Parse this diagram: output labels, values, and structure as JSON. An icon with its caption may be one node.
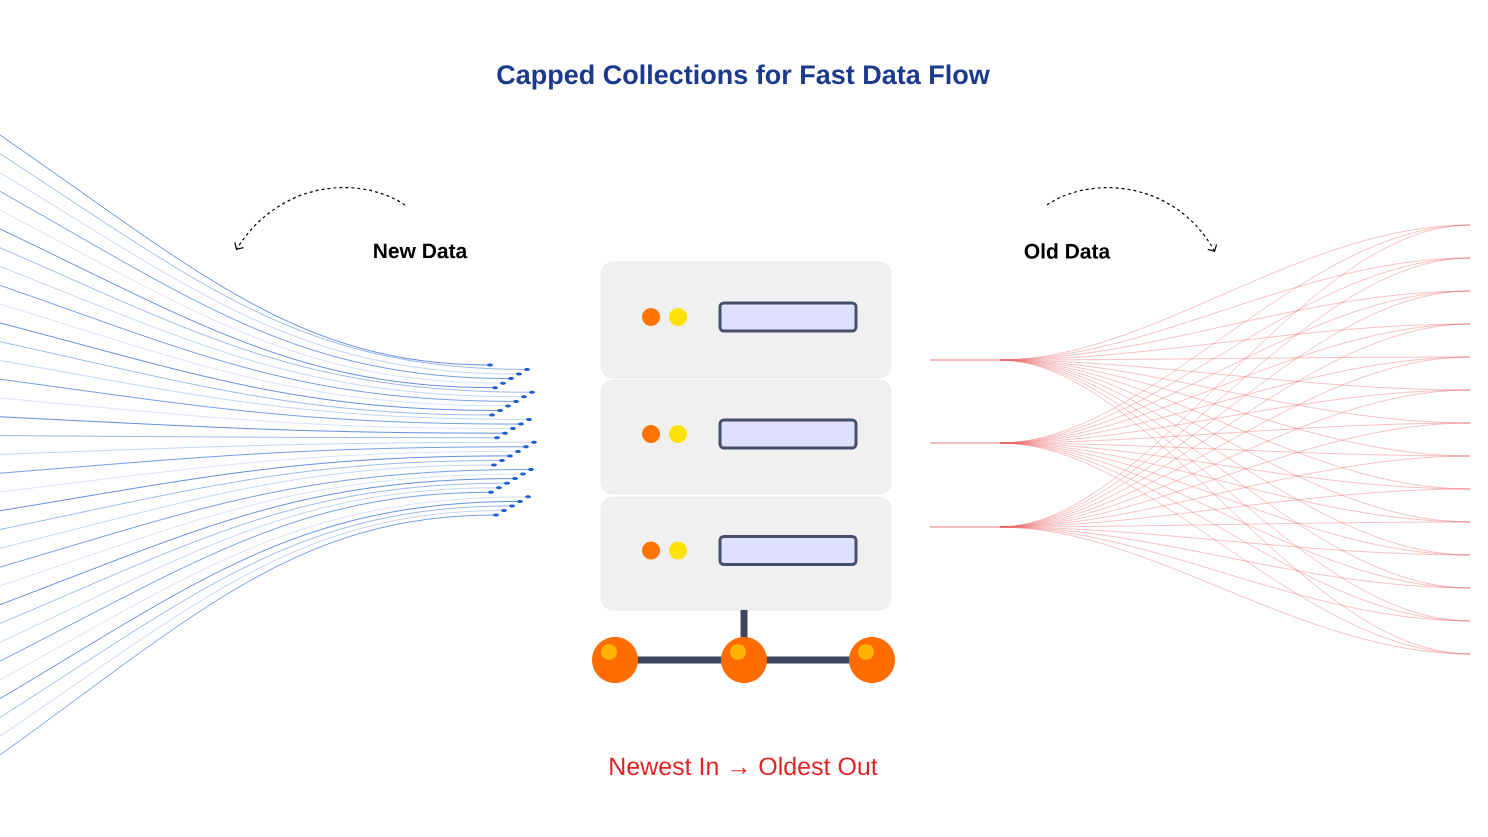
{
  "diagram": {
    "title": "Capped Collections for Fast Data Flow",
    "labels": [
      "New Data",
      "Old Data",
      "Newest In → Oldest Out"
    ]
  }
}
